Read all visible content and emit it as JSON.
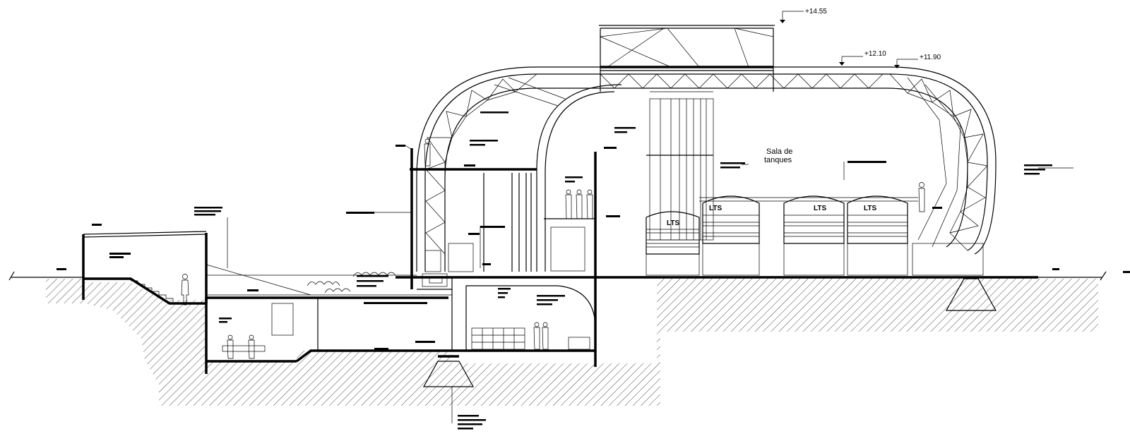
{
  "elevations": {
    "top": "+14.55",
    "roof_high": "+12.10",
    "roof_low": "+11.90"
  },
  "rooms": {
    "tank_hall_line1": "Sala de",
    "tank_hall_line2": "tanques"
  },
  "tanks": {
    "label": "LTS",
    "count": 4
  },
  "colors": {
    "line": "#000000",
    "background": "#ffffff"
  }
}
